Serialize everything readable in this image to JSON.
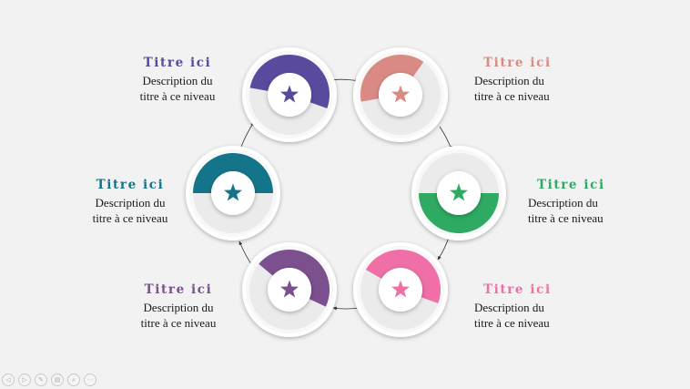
{
  "nodes": [
    {
      "title": "Titre ici",
      "desc1": "Description du",
      "desc2": "titre à ce niveau",
      "color": "#5a4a9e",
      "icon": "star-icon"
    },
    {
      "title": "Titre ici",
      "desc1": "Description du",
      "desc2": "titre à ce niveau",
      "color": "#d98a84",
      "icon": "star-icon"
    },
    {
      "title": "Titre ici",
      "desc1": "Description du",
      "desc2": "titre à ce niveau",
      "color": "#2eaa62",
      "icon": "star-icon"
    },
    {
      "title": "Titre ici",
      "desc1": "Description du",
      "desc2": "titre à ce niveau",
      "color": "#ef6fa6",
      "icon": "star-icon"
    },
    {
      "title": "Titre ici",
      "desc1": "Description du",
      "desc2": "titre à ce niveau",
      "color": "#7c4f8e",
      "icon": "star-icon"
    },
    {
      "title": "Titre ici",
      "desc1": "Description du",
      "desc2": "titre à ce niveau",
      "color": "#14748a",
      "icon": "star-icon"
    }
  ],
  "toolbar": [
    {
      "icon": "previous-icon",
      "glyph": "◁"
    },
    {
      "icon": "next-icon",
      "glyph": "▷"
    },
    {
      "icon": "pen-icon",
      "glyph": "✎"
    },
    {
      "icon": "slides-icon",
      "glyph": "▤"
    },
    {
      "icon": "zoom-icon",
      "glyph": "⌕"
    },
    {
      "icon": "more-icon",
      "glyph": "⋯"
    }
  ]
}
